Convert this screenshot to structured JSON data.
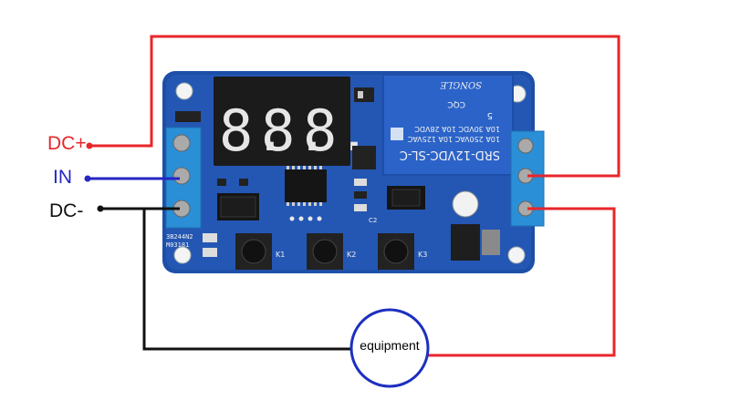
{
  "labels": {
    "dc_plus": "DC+",
    "in": "IN",
    "dc_minus": "DC-",
    "equipment": "equipment"
  },
  "display": {
    "digits": [
      "8.",
      "8.",
      "8."
    ]
  },
  "relay": {
    "model": "SRD-12VDC-SL-C",
    "rating_1": "10A 250VAC  10A 125VAC",
    "rating_2": "10A 30VDC  10A 28VDC",
    "brand": "SONGLE",
    "mark": "CQC",
    "code": "5"
  },
  "board": {
    "buttons": [
      "K1",
      "K2",
      "K3"
    ],
    "marking_1": "3B244N2",
    "marking_2": "M03181",
    "cap_label": "C2"
  },
  "colors": {
    "red_wire": "#e8262b",
    "blue_wire": "#2626c4",
    "black_wire": "#111111",
    "pcb": "#1d4fa8",
    "relay": "#2b63c9",
    "terminal": "#2a8fd6"
  }
}
